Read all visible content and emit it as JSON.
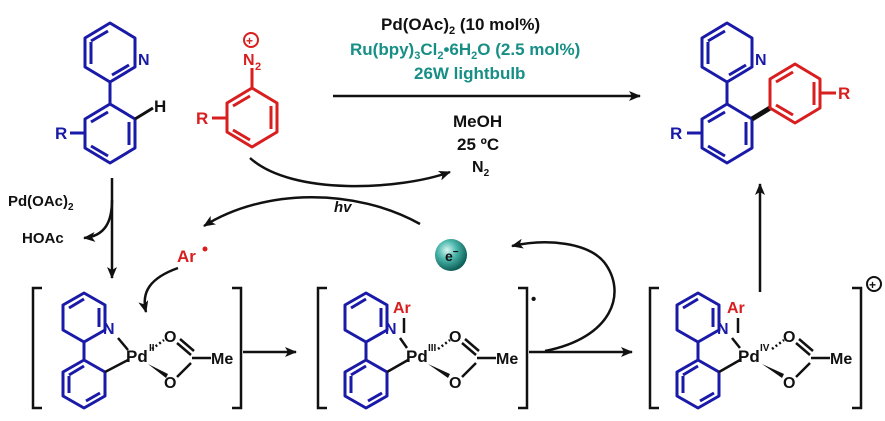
{
  "conditions": {
    "catalyst": "Pd(OAc)",
    "catalyst_sub": "2",
    "catalyst_tail": " (10 mol%)",
    "photocat_a": "Ru(bpy)",
    "photocat_sub1": "3",
    "photocat_b": "Cl",
    "photocat_sub2": "2",
    "photocat_c": "•6H",
    "photocat_sub3": "2",
    "photocat_d": "O (2.5 mol%)",
    "light": "26W lightbulb",
    "solvent": "MeOH",
    "temperature": "25 ºC"
  },
  "labels": {
    "R": "R",
    "H": "H",
    "N": "N",
    "N2_main": "N",
    "N2_sub": "2",
    "plus": "+",
    "pd_oac": "Pd(OAc)",
    "pd_oac_sub": "2",
    "hoac": "HOAc",
    "hv": "hv",
    "ar": "Ar",
    "electron": "e",
    "electron_sup": "−",
    "pd": "Pd",
    "pd_ox_2": "II",
    "pd_ox_3": "III",
    "pd_ox_4": "IV",
    "O": "O",
    "me": "Me",
    "charge": "+",
    "radical": "•"
  },
  "colors": {
    "blue": "#1a1aa8",
    "red": "#d81e1e",
    "teal": "#178f86",
    "black": "#111111"
  }
}
